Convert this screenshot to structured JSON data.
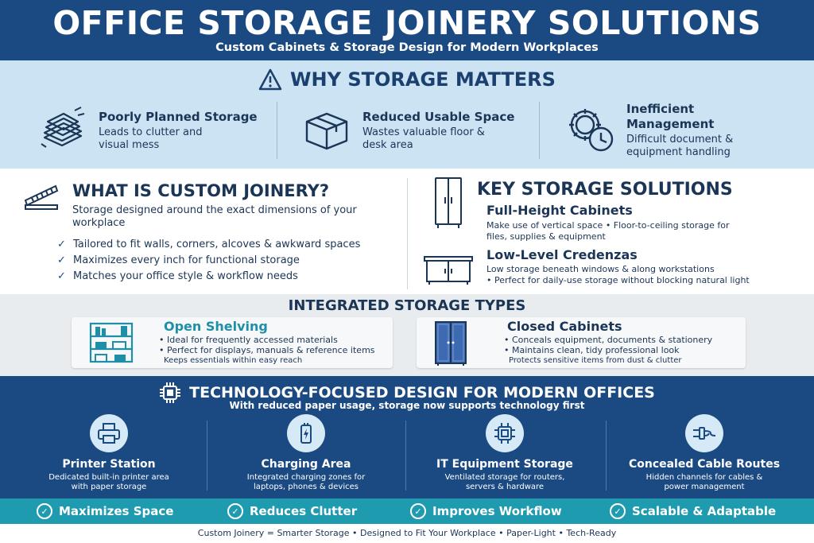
{
  "header": {
    "title": "OFFICE STORAGE JOINERY SOLUTIONS",
    "subtitle": "Custom Cabinets & Storage Design for Modern Workplaces"
  },
  "why": {
    "title": "WHY STORAGE MATTERS",
    "items": [
      {
        "title": "Poorly Planned Storage",
        "desc": "Leads to clutter and visual mess",
        "icon": "stacked-papers-icon"
      },
      {
        "title": "Reduced Usable Space",
        "desc": "Wastes valuable floor & desk area",
        "icon": "box-icon"
      },
      {
        "title": "Inefficient Management",
        "desc": "Difficult document & equipment handling",
        "icon": "gear-clock-icon"
      }
    ]
  },
  "joinery": {
    "title": "WHAT IS CUSTOM JOINERY?",
    "lead": "Storage designed around the exact dimensions of your workplace",
    "points": [
      "Tailored to fit walls, corners, alcoves & awkward spaces",
      "Maximizes every inch for functional storage",
      "Matches your office style & workflow needs"
    ]
  },
  "key_solutions": {
    "title": "KEY STORAGE SOLUTIONS",
    "items": [
      {
        "title": "Full-Height Cabinets",
        "desc": "Make use of vertical space • Floor-to-ceiling storage for files, supplies & equipment"
      },
      {
        "title": "Low-Level Credenzas",
        "desc_1": "Low storage beneath windows & along workstations",
        "desc_2": "• Perfect for daily-use storage without blocking natural light"
      }
    ]
  },
  "integrated": {
    "title": "INTEGRATED STORAGE TYPES",
    "open": {
      "title": "Open Shelving",
      "lines": [
        "• Ideal for frequently accessed materials",
        "• Perfect for displays, manuals & reference items",
        "Keeps essentials within easy reach"
      ]
    },
    "closed": {
      "title": "Closed Cabinets",
      "lines": [
        "• Conceals equipment, documents & stationery",
        "• Maintains clean, tidy professional look",
        "Protects sensitive items from dust & clutter"
      ]
    }
  },
  "tech": {
    "title": "TECHNOLOGY-FOCUSED DESIGN FOR MODERN OFFICES",
    "subtitle": "With reduced paper usage, storage now supports technology first",
    "items": [
      {
        "title": "Printer Station",
        "desc_1": "Dedicated built-in printer area",
        "desc_2": "with paper storage"
      },
      {
        "title": "Charging Area",
        "desc_1": "Integrated charging zones for",
        "desc_2": "laptops, phones & devices"
      },
      {
        "title": "IT Equipment Storage",
        "desc_1": "Ventilated storage for routers,",
        "desc_2": "servers & hardware"
      },
      {
        "title": "Concealed Cable Routes",
        "desc_1": "Hidden channels for cables &",
        "desc_2": "power management"
      }
    ]
  },
  "benefits": [
    "Maximizes Space",
    "Reduces Clutter",
    "Improves Workflow",
    "Scalable & Adaptable"
  ],
  "footer": "Custom Joinery = Smarter Storage  •  Designed to Fit Your Workplace  •  Paper-Light  •  Tech-Ready",
  "colors": {
    "navy": "#1b4a83",
    "light_blue": "#cbe3f3",
    "teal": "#1f9bb0",
    "open_title": "#1f8fa8",
    "closed_title": "#1b3556"
  }
}
